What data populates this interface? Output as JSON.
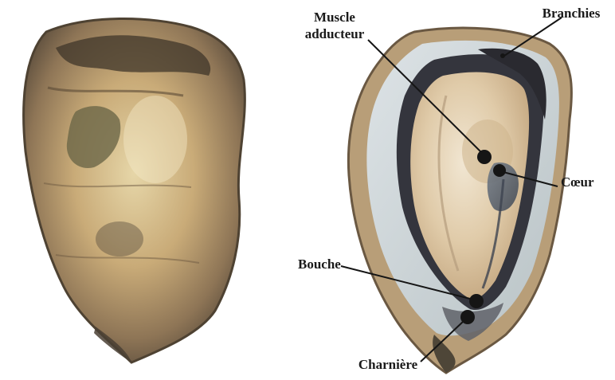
{
  "figure": {
    "labels": {
      "muscle_line1": "Muscle",
      "muscle_line2": "adducteur",
      "branchies": "Branchies",
      "coeur": "Cœur",
      "bouche": "Bouche",
      "charniere": "Charnière"
    },
    "colors": {
      "background": "#ffffff",
      "shell_outer": "#9c8462",
      "shell_dark": "#3b3428",
      "flesh": "#d9c8aa",
      "mantle_edge": "#2e2e34",
      "marker": "#151515"
    }
  }
}
